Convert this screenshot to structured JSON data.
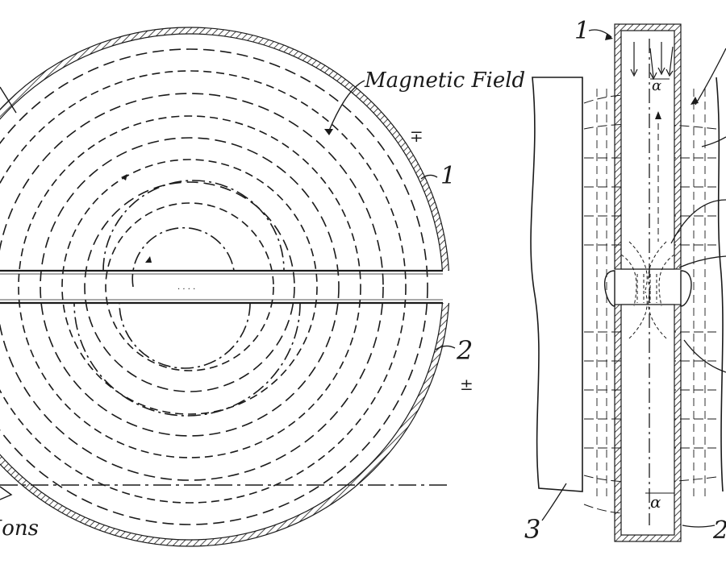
{
  "labels": {
    "magnetic_field": "Magnetic Field",
    "ions": "Ions",
    "num_1": "1",
    "num_2": "2",
    "num_3": "3",
    "alpha": "α",
    "minus_plus": "∓",
    "plus_minus": "±"
  },
  "colors": {
    "ink": "#1a1a1a",
    "paper": "#ffffff"
  }
}
